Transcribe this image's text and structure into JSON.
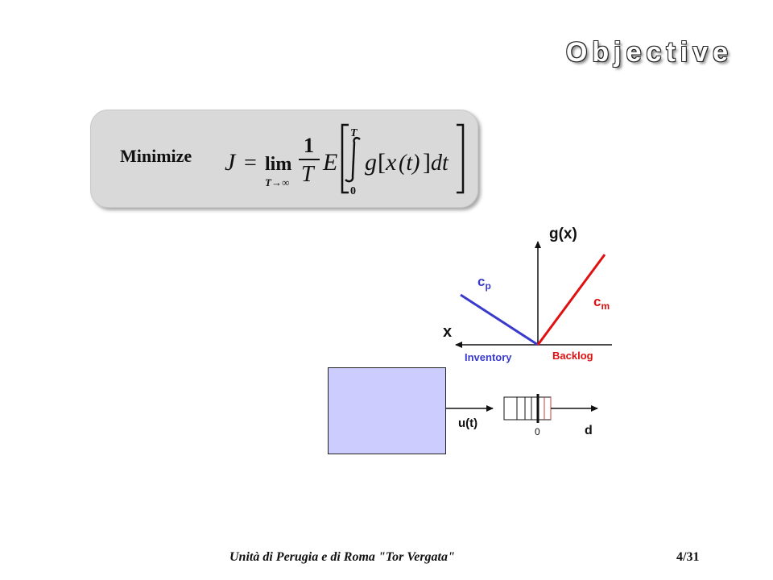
{
  "header": {
    "title": "Objective"
  },
  "formula": {
    "label": "Minimize",
    "J": "J",
    "equals": "=",
    "lim": "lim",
    "lim_sub": "T→∞",
    "frac_num": "1",
    "frac_den": "T",
    "expectation": "E",
    "int_upper": "T",
    "int_lower": "0",
    "integrand_g": "g",
    "integrand_open": "[",
    "integrand_x": "x",
    "integrand_t": "(t)",
    "integrand_close": "]",
    "integrand_dt": "dt"
  },
  "diagram": {
    "y_axis_label": "g(x)",
    "x_axis_label": "x",
    "left_slope_label": "c",
    "left_slope_sub": "p",
    "right_slope_label": "c",
    "right_slope_sub": "m",
    "left_region_label": "Inventory",
    "right_region_label": "Backlog",
    "input_label": "u(t)",
    "buffer_zero_label": "0",
    "output_label": "d",
    "colors": {
      "inventory": "#3a3acc",
      "backlog": "#e01010",
      "machine": "#ccccff"
    }
  },
  "footer": {
    "text": "Unità di Perugia e di Roma \"Tor Vergata\"",
    "page": "4/31"
  }
}
